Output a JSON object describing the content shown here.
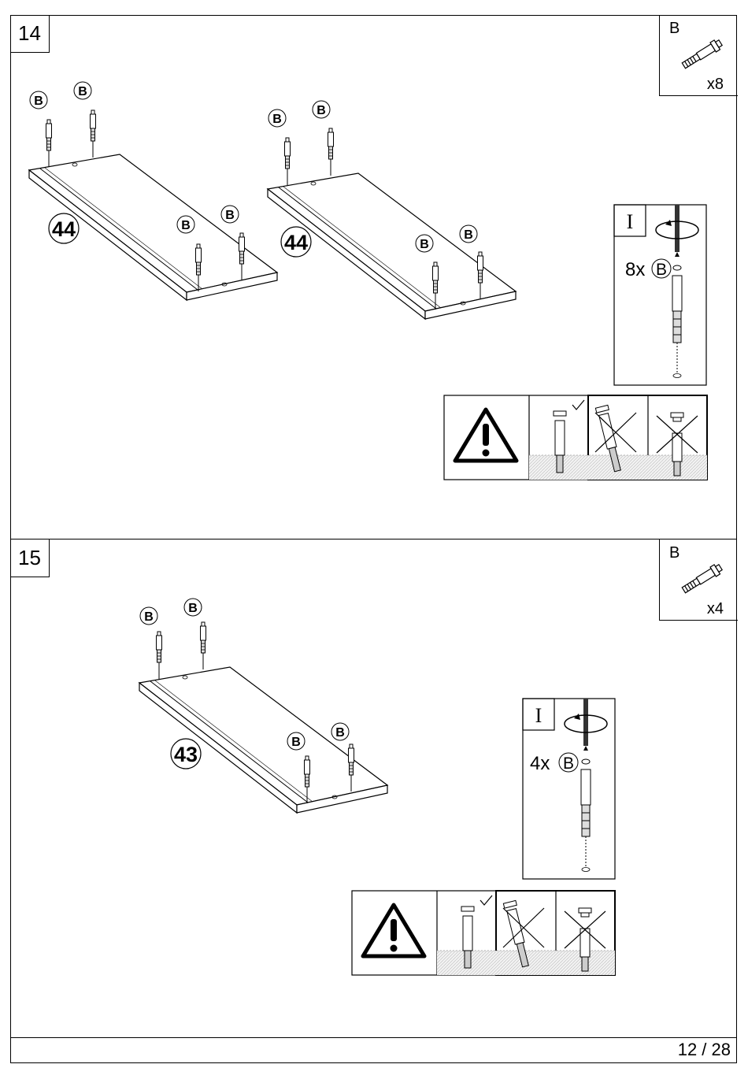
{
  "steps": [
    {
      "number": "14",
      "part": {
        "letter": "B",
        "qty": "x8"
      },
      "panel_label": "44",
      "bolt_label": "B",
      "info_label": "I",
      "install": "8x",
      "install_part": "B"
    },
    {
      "number": "15",
      "part": {
        "letter": "B",
        "qty": "x4"
      },
      "panel_label": "43",
      "bolt_label": "B",
      "info_label": "I",
      "install": "4x",
      "install_part": "B"
    }
  ],
  "footer": {
    "page": "12 / 28"
  },
  "icons": [
    "warning-triangle-icon",
    "checkmark-icon",
    "cross-icon",
    "cam-bolt-icon",
    "screwdriver-rotation-icon"
  ]
}
